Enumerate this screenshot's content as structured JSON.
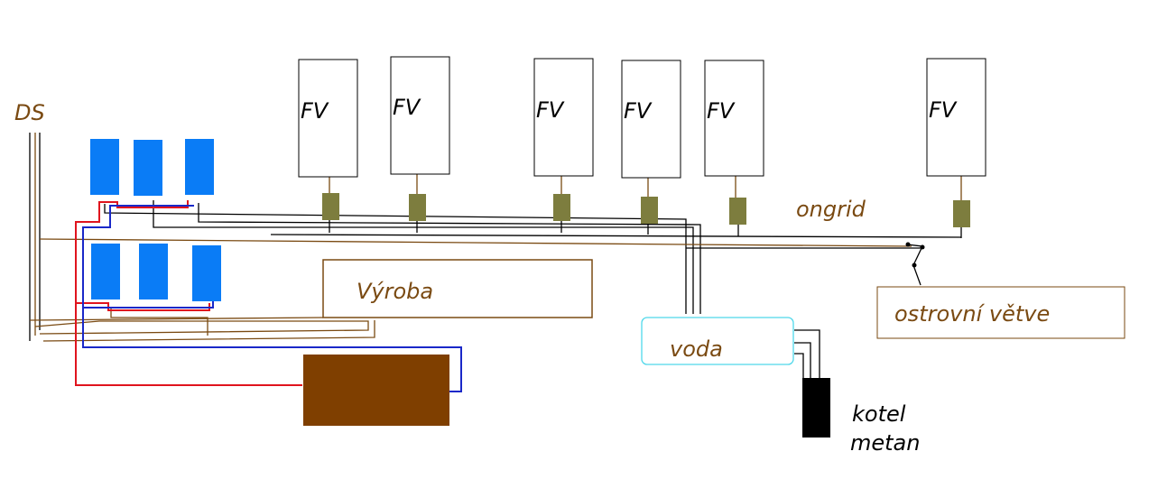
{
  "labels": {
    "ds": "DS",
    "fv": [
      "FV",
      "FV",
      "FV",
      "FV",
      "FV",
      "FV"
    ],
    "ongrid": "ongrid",
    "vyroba": "Výroba",
    "ostrovni": "ostrovní větve",
    "voda": "voda",
    "kotel": "kotel",
    "metan": "metan"
  },
  "colors": {
    "brown_text": "#7a4a12",
    "panel_blue": "#0a7cf6",
    "inverter": "#7d7d3e",
    "tank": "#7f3f00",
    "red_pipe": "#e0141e",
    "blue_pipe": "#1a28c8",
    "voda_border": "#4fd8ea",
    "kotel": "#000000"
  }
}
